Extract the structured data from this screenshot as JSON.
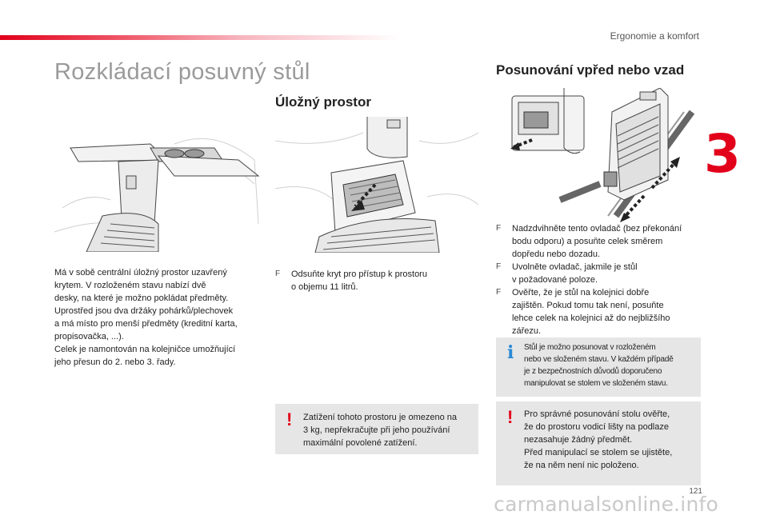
{
  "header": {
    "section": "Ergonomie a komfort",
    "chapter": "3"
  },
  "title": "Rozkládací posuvný stůl",
  "intro": {
    "lines": [
      "Má v sobě centrální úložný prostor uzavřený",
      "krytem. V rozloženém stavu nabízí dvě",
      "desky, na které je možno pokládat předměty.",
      "Uprostřed jsou dva držáky pohárků/plechovek",
      "a má místo pro menší předměty (kreditní karta,",
      "propisovačka, ...).",
      "Celek je namontován na kolejničce umožňující",
      "jeho přesun do 2. nebo 3. řady."
    ]
  },
  "storage": {
    "heading": "Úložný prostor",
    "bullet_mark": "F",
    "bullets": [
      [
        "Odsuňte kryt pro přístup k prostoru",
        "o objemu 11 litrů."
      ]
    ],
    "warning_mark": "!",
    "warning": [
      "Zatížení tohoto prostoru je omezeno na",
      "3 kg, nepřekračujte při jeho používání",
      "maximální povolené zatížení."
    ]
  },
  "move": {
    "heading": "Posunování vpřed nebo vzad",
    "bullet_mark": "F",
    "bullets": [
      [
        "Nadzdvihněte tento ovladač (bez překonání",
        "bodu odporu) a posuňte celek směrem",
        "dopředu nebo dozadu."
      ],
      [
        "Uvolněte ovladač, jakmile je stůl",
        "v požadované poloze."
      ],
      [
        "Ověřte, že je stůl na kolejnici dobře",
        "zajištěn. Pokud tomu tak není, posuňte",
        "lehce celek na kolejnici až do nejbližšího",
        "zářezu."
      ]
    ],
    "info_mark": "i",
    "info": [
      "Stůl je možno posunovat v rozloženém",
      "nebo ve složeném stavu. V každém případě",
      "je z bezpečnostních důvodů doporučeno",
      "manipulovat se stolem ve složeném stavu."
    ],
    "warning_mark": "!",
    "warning": [
      "Pro správné posunování stolu ověřte,",
      "že do prostoru vodicí lišty na podlaze",
      "nezasahuje žádný předmět.",
      "Před manipulací se stolem se ujistěte,",
      "že na něm není nic položeno."
    ]
  },
  "footer": {
    "page_number": "121",
    "watermark": "carmanualsonline.info"
  },
  "colors": {
    "accent_red": "#e2001a",
    "info_blue": "#2a8ad6",
    "note_bg": "#e6e6e6",
    "title_gray": "#9a9a9a"
  }
}
